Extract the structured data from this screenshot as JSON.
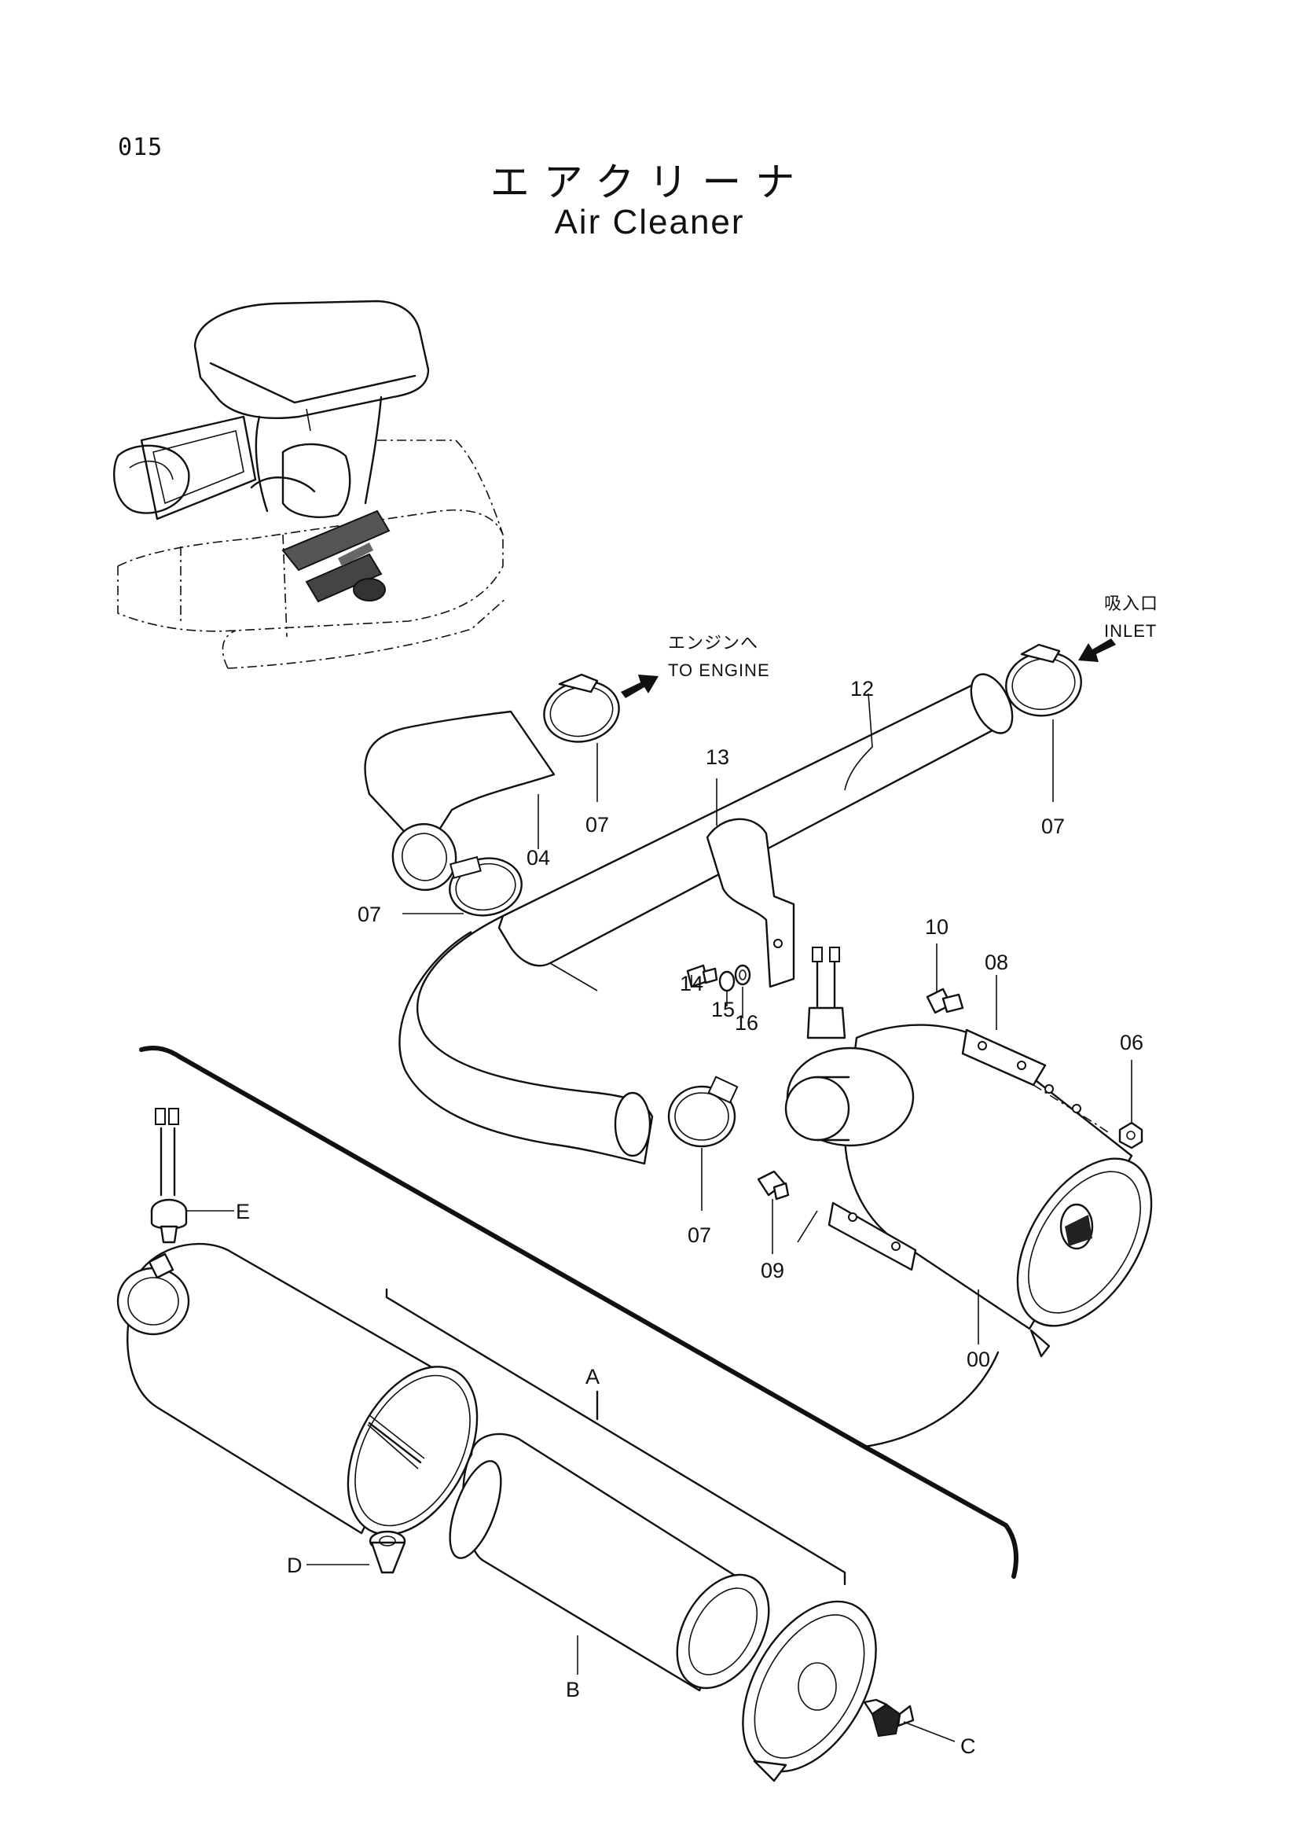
{
  "page": {
    "number": "015",
    "title_jp": "エアクリーナ",
    "title_en": "Air Cleaner"
  },
  "callouts": {
    "to_engine_jp": "エンジンへ",
    "to_engine_en": "TO  ENGINE",
    "inlet_jp": "吸入口",
    "inlet_en": "INLET"
  },
  "part_labels": {
    "p00": "00",
    "p04": "04",
    "p06": "06",
    "p07_a": "07",
    "p07_b": "07",
    "p07_c": "07",
    "p07_d": "07",
    "p08": "08",
    "p09": "09",
    "p10": "10",
    "p12": "12",
    "p13": "13",
    "p14": "14",
    "p15": "15",
    "p16": "16",
    "sub_a": "A",
    "sub_b": "B",
    "sub_c": "C",
    "sub_d": "D",
    "sub_e": "E"
  }
}
